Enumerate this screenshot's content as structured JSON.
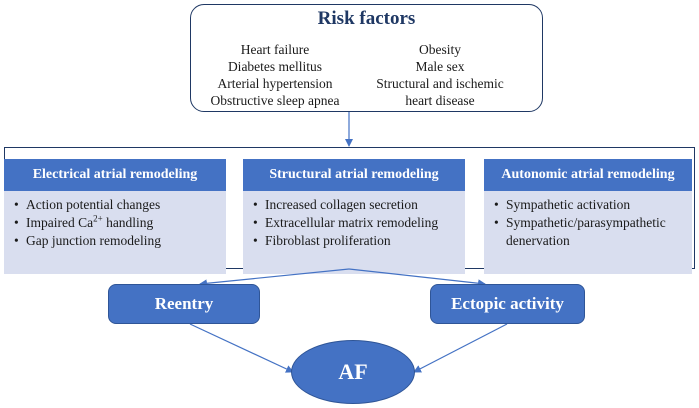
{
  "risk_factors": {
    "title": "Risk factors",
    "left": [
      "Heart failure",
      "Diabetes mellitus",
      "Arterial hypertension",
      "Obstructive sleep apnea"
    ],
    "right": [
      "Obesity",
      "Male sex",
      "Structural and ischemic",
      "heart disease"
    ]
  },
  "remodeling": {
    "electrical": {
      "title": "Electrical atrial remodeling",
      "items": [
        "Action potential changes",
        "Impaired Ca",
        "Gap junction remodeling"
      ],
      "ca_superscript": "2+",
      "ca_suffix": " handling"
    },
    "structural": {
      "title": "Structural atrial remodeling",
      "items": [
        "Increased collagen secretion",
        "Extracellular matrix remodeling",
        "Fibroblast proliferation"
      ]
    },
    "autonomic": {
      "title": "Autonomic atrial remodeling",
      "items": [
        "Sympathetic activation",
        "Sympathetic/parasympathetic",
        "denervation"
      ]
    }
  },
  "mechanisms": {
    "reentry": "Reentry",
    "ectopic": "Ectopic activity"
  },
  "outcome": "AF",
  "colors": {
    "header_blue": "#4472c4",
    "body_lavender": "#d9deef",
    "border_navy": "#1f3864",
    "arrow_blue": "#4472c4"
  }
}
